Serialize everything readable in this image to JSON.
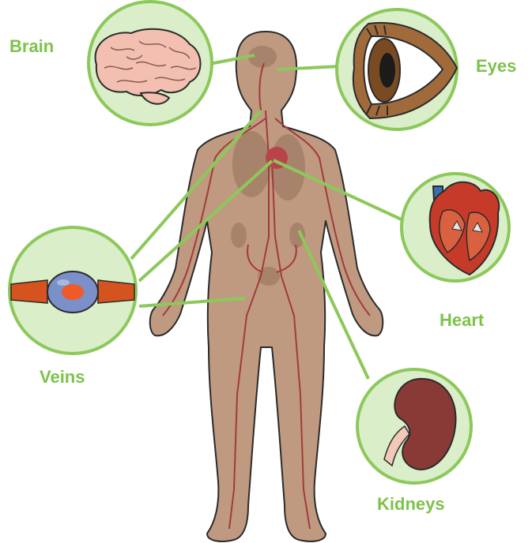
{
  "labels": {
    "brain": "Brain",
    "eyes": "Eyes",
    "heart": "Heart",
    "veins": "Veins",
    "kidneys": "Kidneys"
  },
  "colors": {
    "label_text": "#7dc24a",
    "connector": "#8cc85a",
    "callout_fill": "#d9eec9",
    "callout_border": "#8cc85a",
    "body_skin": "#bf9a80",
    "body_outline": "#2b2b2b",
    "organ_shade": "#a8836b",
    "vessel": "#a33a3a",
    "brain_pink": "#f2bfb0",
    "heart_red": "#c63a2a",
    "vein_orange": "#d4531e",
    "clot_blue": "#7b8fc9",
    "kidney_brown": "#8a3a36",
    "eye_brown": "#7a4a22"
  },
  "icons": [
    "brain-icon",
    "eye-icon",
    "heart-icon",
    "vein-clot-icon",
    "kidney-icon"
  ]
}
